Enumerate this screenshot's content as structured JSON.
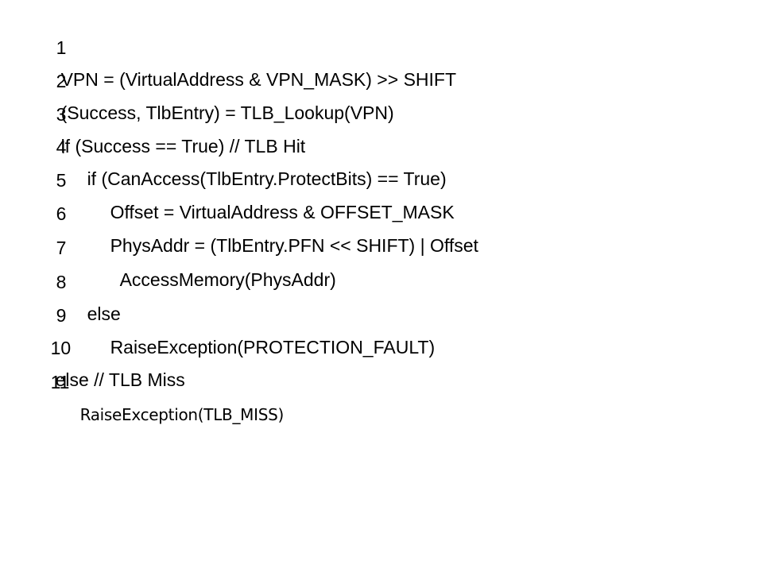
{
  "code": {
    "lines": [
      {
        "num": "1",
        "text": "VPN = (VirtualAddress & VPN_MASK) >> SHIFT"
      },
      {
        "num": "2",
        "text": "(Success, TlbEntry) = TLB_Lookup(VPN)"
      },
      {
        "num": "3",
        "text": "if (Success == True) // TLB Hit"
      },
      {
        "num": "4",
        "text": "if (CanAccess(TlbEntry.ProtectBits) == True)"
      },
      {
        "num": "5",
        "text": "Offset = VirtualAddress & OFFSET_MASK"
      },
      {
        "num": "6",
        "text": "PhysAddr = (TlbEntry.PFN << SHIFT) | Offset"
      },
      {
        "num": "7",
        "text": "AccessMemory(PhysAddr)"
      },
      {
        "num": "8",
        "text": "else"
      },
      {
        "num": "9",
        "text": "RaiseException(PROTECTION_FAULT)"
      },
      {
        "num": "10",
        "text": "else // TLB Miss"
      },
      {
        "num": "11",
        "text": "RaiseException(TLB_MISS)"
      }
    ]
  }
}
